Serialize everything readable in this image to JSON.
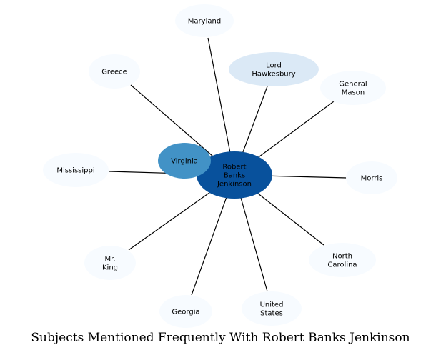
{
  "caption": "Subjects Mentioned Frequently With Robert Banks Jenkinson",
  "colors": {
    "center": "#08519c",
    "strong": "#4292c6",
    "medium": "#dbe9f6",
    "light": "#f7fbff",
    "edge": "#000000"
  },
  "center": {
    "lines": [
      "Robert",
      "Banks",
      "Jenkinson"
    ]
  },
  "nodes": [
    {
      "id": "maryland",
      "lines": [
        "Maryland"
      ],
      "tone": "light"
    },
    {
      "id": "lord-hawkesbury",
      "lines": [
        "Lord",
        "Hawkesbury"
      ],
      "tone": "medium"
    },
    {
      "id": "general-mason",
      "lines": [
        "General",
        "Mason"
      ],
      "tone": "light"
    },
    {
      "id": "morris",
      "lines": [
        "Morris"
      ],
      "tone": "light"
    },
    {
      "id": "north-carolina",
      "lines": [
        "North",
        "Carolina"
      ],
      "tone": "light"
    },
    {
      "id": "united-states",
      "lines": [
        "United",
        "States"
      ],
      "tone": "light"
    },
    {
      "id": "georgia",
      "lines": [
        "Georgia"
      ],
      "tone": "light"
    },
    {
      "id": "mr-king",
      "lines": [
        "Mr.",
        "King"
      ],
      "tone": "light"
    },
    {
      "id": "mississippi",
      "lines": [
        "Mississippi"
      ],
      "tone": "light"
    },
    {
      "id": "greece",
      "lines": [
        "Greece"
      ],
      "tone": "light"
    },
    {
      "id": "virginia",
      "lines": [
        "Virginia"
      ],
      "tone": "strong"
    }
  ]
}
